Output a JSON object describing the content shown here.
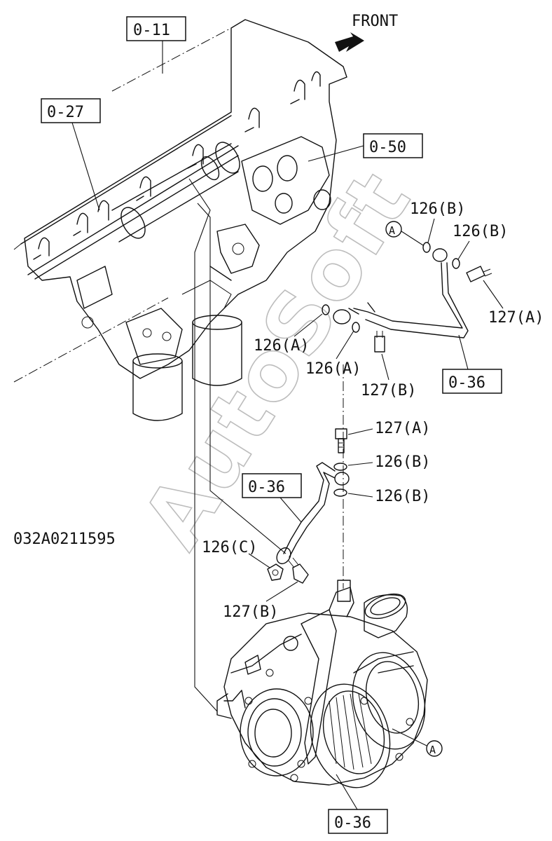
{
  "header": {
    "direction_label": "FRONT"
  },
  "diagram_id": "032A0211595",
  "watermark": "AutoSoft",
  "callouts": {
    "ref_0_11": "0-11",
    "ref_0_27": "0-27",
    "ref_0_50": "0-50",
    "ref_0_36_upper": "0-36",
    "ref_0_36_middle": "0-36",
    "ref_0_36_bottom": "0-36",
    "p126b_1": "126(B)",
    "p126b_2": "126(B)",
    "p126b_3": "126(B)",
    "p126b_4": "126(B)",
    "p126a_1": "126(A)",
    "p126a_2": "126(A)",
    "p126c": "126(C)",
    "p127a_1": "127(A)",
    "p127a_2": "127(A)",
    "p127b_1": "127(B)",
    "p127b_2": "127(B)",
    "marker_a_1": "A",
    "marker_a_2": "A"
  },
  "icons": {
    "front_arrow": "front-direction-arrow",
    "marker": "circle-letter-marker"
  }
}
